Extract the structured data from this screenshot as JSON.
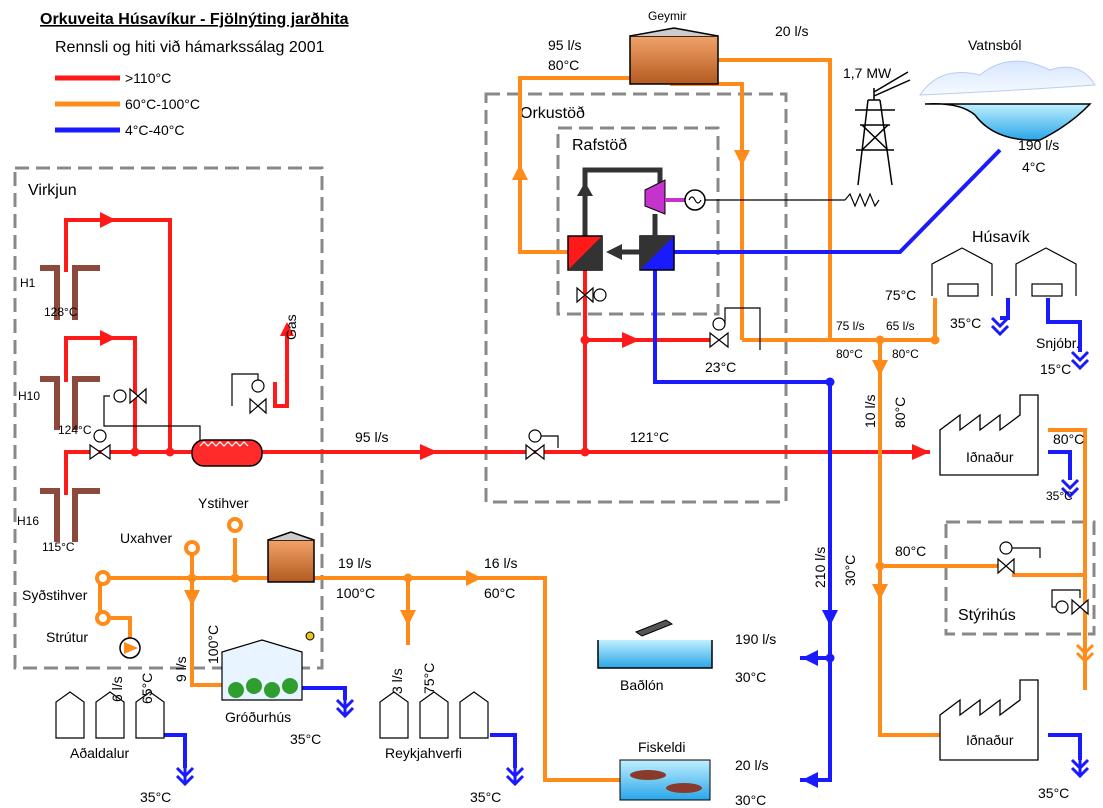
{
  "header": {
    "title": "Orkuveita Húsavíkur - Fjölnýting jarðhita",
    "subtitle": "Rennsli og hiti við hámarkssálag 2001"
  },
  "legend": [
    {
      "label": ">110°C",
      "color": "#ff1a1a"
    },
    {
      "label": "60°C-100°C",
      "color": "#ff8c1a"
    },
    {
      "label": "4°C-40°C",
      "color": "#1a1aff"
    }
  ],
  "colors": {
    "hot": "#ff1a1a",
    "warm": "#ff8c1a",
    "cold": "#1a1aff",
    "dark": "#333333",
    "box": "#888888"
  },
  "areas": {
    "virkjun": "Virkjun",
    "orkustod": "Orkustöð",
    "rafstod": "Rafstöð",
    "husavik": "Húsavík",
    "styrihus": "Stýrihús"
  },
  "wells": [
    {
      "name": "H1",
      "temp": "128°C"
    },
    {
      "name": "H10",
      "temp": "124°C"
    },
    {
      "name": "H16",
      "temp": "115°C"
    }
  ],
  "labels": {
    "gas": "Gas",
    "gaymir": "Geymir",
    "storage_flow": "95 l/s",
    "storage_temp": "80°C",
    "top_flow": "20 l/s",
    "power": "1,7 MW",
    "vatnsbol": "Vatnsból",
    "vatnsbol_flow": "190 l/s",
    "vatnsbol_temp": "4°C",
    "main_flow": "95 l/s",
    "main_temp": "121°C",
    "return_temp": "23°C",
    "h_temp": "75°C",
    "h_return": "35°C",
    "flow_75": "75 l/s",
    "flow_65": "65 l/s",
    "temp_80a": "80°C",
    "temp_80b": "80°C",
    "snjobr": "Snjóbr.",
    "snjobr_temp": "15°C",
    "down_flow": "10 l/s",
    "down_temp": "80°C",
    "idnadur1": "Iðnaður",
    "idnadur1_temp": "80°C",
    "idnadur1_out": "35°C",
    "styri_temp": "80°C",
    "idnadur2": "Iðnaður",
    "idnadur2_out": "35°C",
    "ystihver": "Ystihver",
    "uxahver": "Uxahver",
    "sydstihver": "Syðstihver",
    "strutur": "Strútur",
    "flow_19": "19 l/s",
    "temp_100": "100°C",
    "flow_16": "16 l/s",
    "temp_60": "60°C",
    "flow_210": "210 l/s",
    "temp_30v": "30°C",
    "badlon": "Baðlón",
    "badlon_flow": "190 l/s",
    "badlon_temp": "30°C",
    "fiskeldi": "Fiskeldi",
    "fisk_flow": "20 l/s",
    "fisk_temp": "30°C",
    "grodurhus": "Gróðurhús",
    "grodur_flow": "9 l/s",
    "grodur_temp": "100°C",
    "grodur_out": "35°C",
    "adaldalur": "Aðaldalur",
    "adal_flow": "6 l/s",
    "adal_temp": "65°C",
    "adal_out": "35°C",
    "reykjahverfi": "Reykjahverfi",
    "reyk_flow": "3 l/s",
    "reyk_temp": "75°C",
    "reyk_out": "35°C"
  }
}
